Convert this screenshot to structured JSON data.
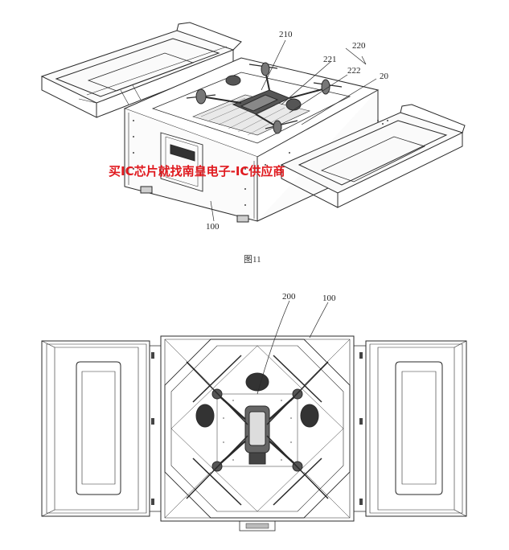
{
  "figure_top": {
    "caption": "图11",
    "labels": {
      "l210": "210",
      "l220": "220",
      "l221": "221",
      "l222": "222",
      "l20": "20",
      "l100": "100"
    }
  },
  "figure_bottom": {
    "labels": {
      "l200": "200",
      "l100": "100"
    }
  },
  "watermark": "买IC芯片就找南皇电子-IC供应商",
  "colors": {
    "line": "#2a2a2a",
    "watermark": "#e0191e"
  }
}
